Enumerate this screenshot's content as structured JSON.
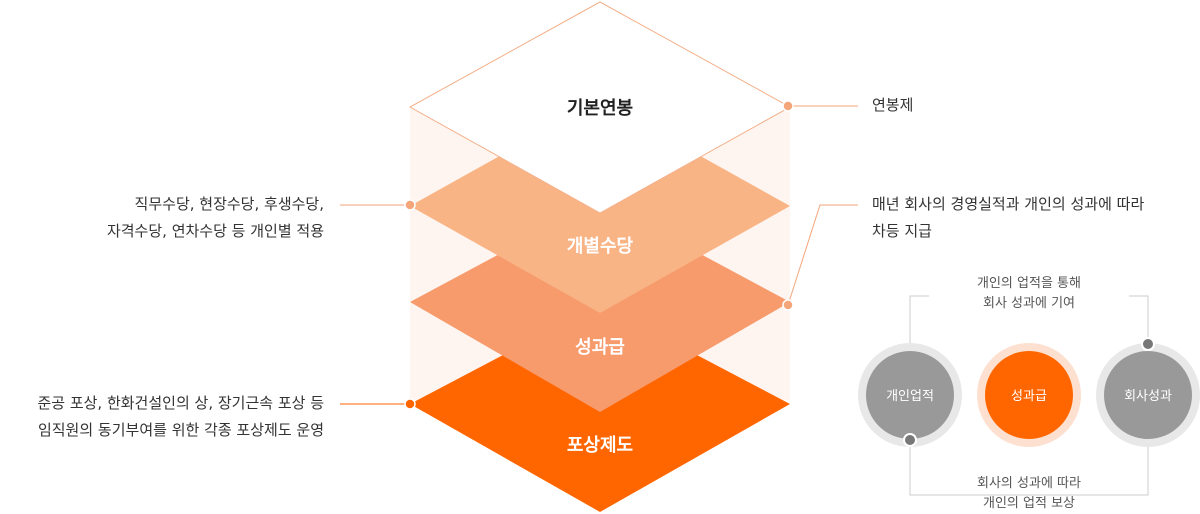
{
  "layers": {
    "base_salary": "기본연봉",
    "allowance": "개별수당",
    "performance_pay": "성과급",
    "reward": "포상제도"
  },
  "notes": {
    "base_salary": "연봉제",
    "allowance_line1": "직무수당, 현장수당, 후생수당,",
    "allowance_line2": "자격수당, 연차수당 등 개인별 적용",
    "performance_line1": "매년 회사의 경영실적과 개인의 성과에 따라",
    "performance_line2": "차등 지급",
    "reward_line1": "준공 포상, 한화건설인의 상, 장기근속 포상 등",
    "reward_line2": "임직원의 동기부여를 위한 각종 포상제도 운영"
  },
  "cycle": {
    "individual": "개인업적",
    "performance_pay": "성과급",
    "company": "회사성과",
    "top_line1": "개인의 업적을 통해",
    "top_line2": "회사 성과에 기여",
    "bottom_line1": "회사의 성과에 따라",
    "bottom_line2": "개인의 업적 보상"
  },
  "colors": {
    "orange_dark": "#ff6600",
    "orange_mid": "#f79a6c",
    "orange_light": "#f9b486",
    "dot": "#f4a57a",
    "gray_circle": "#999999",
    "gray_ring": "#e6e6e6"
  }
}
